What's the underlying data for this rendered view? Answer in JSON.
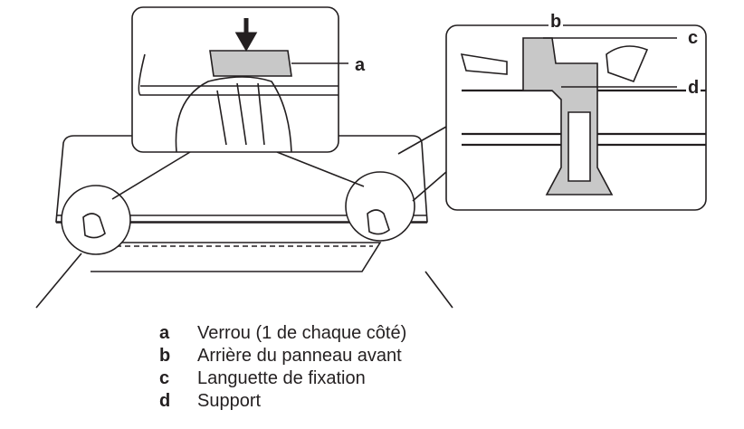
{
  "callouts": {
    "a": "a",
    "b": "b",
    "c": "c",
    "d": "d"
  },
  "legend": [
    {
      "key": "a",
      "text": "Verrou (1 de chaque côté)"
    },
    {
      "key": "b",
      "text": "Arrière du panneau avant"
    },
    {
      "key": "c",
      "text": "Languette de fixation"
    },
    {
      "key": "d",
      "text": "Support"
    }
  ],
  "colors": {
    "line": "#231f20",
    "fill": "#c8c8c8"
  }
}
